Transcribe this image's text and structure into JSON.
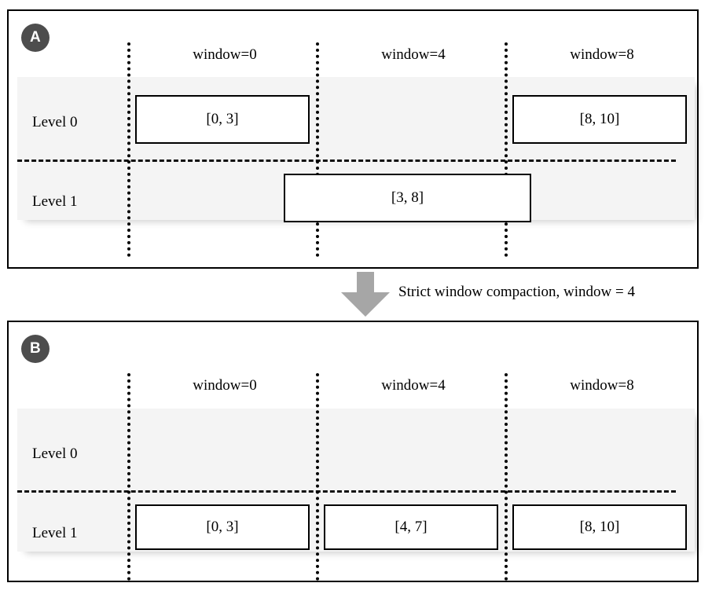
{
  "figure": {
    "panels": [
      {
        "id": "A",
        "badge": "A",
        "window_labels": [
          "window=0",
          "window=4",
          "window=8"
        ],
        "level_labels": [
          "Level 0",
          "Level 1"
        ],
        "boxes": [
          {
            "id": "a-box-0-3",
            "label": "[0, 3]",
            "level": "Level 0",
            "window": "window=0"
          },
          {
            "id": "a-box-8-10",
            "label": "[8, 10]",
            "level": "Level 0",
            "window": "window=8"
          },
          {
            "id": "a-box-3-8",
            "label": "[3, 8]",
            "level": "Level 1",
            "window": "window=4"
          }
        ]
      },
      {
        "id": "B",
        "badge": "B",
        "window_labels": [
          "window=0",
          "window=4",
          "window=8"
        ],
        "level_labels": [
          "Level 0",
          "Level 1"
        ],
        "boxes": [
          {
            "id": "b-box-0-3",
            "label": "[0, 3]",
            "level": "Level 1",
            "window": "window=0"
          },
          {
            "id": "b-box-4-7",
            "label": "[4, 7]",
            "level": "Level 1",
            "window": "window=4"
          },
          {
            "id": "b-box-8-10",
            "label": "[8, 10]",
            "level": "Level 1",
            "window": "window=8"
          }
        ]
      }
    ],
    "transition": {
      "caption": "Strict window compaction, window = 4",
      "arrow_icon": "arrow-down-icon",
      "arrow_color": "#a6a6a6"
    },
    "colors": {
      "badge_background": "#4d4d4d",
      "badge_text": "#ffffff",
      "band_background": "#f4f4f4",
      "line": "#000000",
      "box_background": "#ffffff",
      "arrow": "#a6a6a6"
    }
  }
}
